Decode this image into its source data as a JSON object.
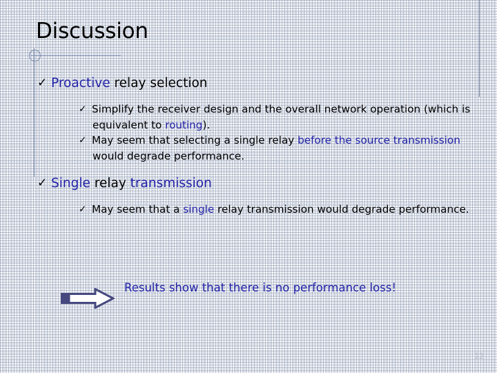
{
  "slide": {
    "title": "Discussion",
    "page_number": "12",
    "colors": {
      "accent_blue": "#2222a8",
      "body_black": "#000000",
      "rule_blue_gray": "#7d8cb0",
      "arrow_outline": "#46497e",
      "page_number_gray": "#b9bfc9",
      "background": "#fefeff"
    },
    "bullet_glyph": "✓"
  },
  "content": {
    "sections": [
      {
        "heading_runs": [
          {
            "text": "Proactive",
            "color": "blue"
          },
          {
            "text": " relay selection",
            "color": "black"
          }
        ],
        "sub_bullets": [
          {
            "runs": [
              {
                "text": "Simplify the receiver design and the overall network operation (which is equivalent to ",
                "color": "black"
              },
              {
                "text": "routing",
                "color": "blue"
              },
              {
                "text": ").",
                "color": "black"
              }
            ]
          },
          {
            "runs": [
              {
                "text": "May seem that selecting a single relay ",
                "color": "black"
              },
              {
                "text": "before the source transmission",
                "color": "blue"
              },
              {
                "text": " would degrade performance.",
                "color": "black"
              }
            ]
          }
        ]
      },
      {
        "heading_runs": [
          {
            "text": "Single",
            "color": "blue"
          },
          {
            "text": " relay ",
            "color": "black"
          },
          {
            "text": "transmission",
            "color": "blue"
          }
        ],
        "sub_bullets": [
          {
            "runs": [
              {
                "text": "May seem that a ",
                "color": "black"
              },
              {
                "text": "single",
                "color": "blue"
              },
              {
                "text": " relay transmission would degrade performance.",
                "color": "black"
              }
            ]
          }
        ]
      }
    ]
  },
  "callout": {
    "arrow_icon": "right-block-arrow-icon",
    "text": "Results show that there is no performance loss!"
  },
  "heading_text": {
    "s0": "Proactive relay selection",
    "s1": "Single relay transmission"
  }
}
